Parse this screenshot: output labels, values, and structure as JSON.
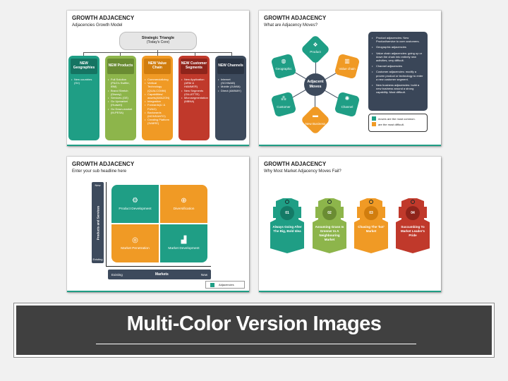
{
  "colors": {
    "teal": "#1f9e85",
    "green": "#8db54b",
    "orange": "#f09a25",
    "red": "#c0392b",
    "navy": "#3d4a5c",
    "banner_bg": "#404040"
  },
  "slides": [
    {
      "title": "GROWTH ADJACENCY",
      "subtitle": "Adjacencies Growth Model",
      "core": {
        "title": "Strategic Triangle",
        "sub": "(Today's Core)"
      },
      "columns": [
        {
          "header": "NEW Geographies",
          "items": [
            "New countries (SV)"
          ]
        },
        {
          "header": "NEW Products",
          "items": [
            "Full Solution (P&G's Swiffer, IBM)",
            "Brand Stretch (Disney)",
            "Services (GE)",
            "Go Upmarket (Huawei)",
            "Go Down-market (M-PESA)"
          ]
        },
        {
          "header": "NEW Value Chain",
          "items": [
            "Commercializing",
            "Vertical Technology (QUALCOMM)",
            "Capabilities/ assets(AMAZON)",
            "Integration",
            "Forwards(LI & FUNG)",
            "Backwards (MONSANTO)",
            "Creating Platform (SABRE)"
          ]
        },
        {
          "header": "NEW Customer Segments",
          "items": [
            "New Application (ARM & HAMMER)",
            "New Segments (GILLETTE)",
            "Microsegmentation (MBNA)"
          ]
        },
        {
          "header": "NEW Channels",
          "items": [
            "Internet (SCHWAB)",
            "Mobile (JUMIA)",
            "Direct (AMWAY)"
          ]
        }
      ]
    },
    {
      "title": "GROWTH ADJACENCY",
      "subtitle": "What are Adjacency Moves?",
      "hub": "Adjacent Moves",
      "nodes": [
        {
          "label": "Product",
          "icon": "handshake-icon",
          "glyph": "❖",
          "color": "teal"
        },
        {
          "label": "Value chain",
          "icon": "building-icon",
          "glyph": "▥",
          "color": "orange"
        },
        {
          "label": "Channel",
          "icon": "network-icon",
          "glyph": "✺",
          "color": "teal"
        },
        {
          "label": "New Business",
          "icon": "briefcase-icon",
          "glyph": "▬",
          "color": "orange"
        },
        {
          "label": "Customer",
          "icon": "people-icon",
          "glyph": "⁂",
          "color": "teal"
        },
        {
          "label": "Geographic",
          "icon": "globe-icon",
          "glyph": "◍",
          "color": "teal"
        }
      ],
      "bullets": [
        "Product adjacencies: New Product/service to core customers.",
        "Geographic adjacencies",
        "Value chain adjacencies: going up or down the chain into entirely new activities, very difficult.",
        "Channel adjacencies",
        "Customer adjacencies: modify a proven product or technology to enter a new customer segment.",
        "New business adjacencies: build a new business around a strong capability. Most difficult."
      ],
      "legend": [
        {
          "color": "teal",
          "text": "moves are the most common."
        },
        {
          "color": "orange",
          "text": "are the most difficult."
        }
      ]
    },
    {
      "title": "GROWTH ADJACENCY",
      "subtitle": "Enter your sub headline here",
      "y_axis": {
        "label": "Products and Services",
        "top": "New",
        "bottom": "Existing"
      },
      "x_axis": {
        "label": "Markets",
        "left": "Existing",
        "right": "New"
      },
      "quadrants": [
        {
          "label": "Product Development",
          "icon": "gear-icon",
          "glyph": "⚙",
          "color": "teal"
        },
        {
          "label": "Diversification",
          "icon": "target-arrows-icon",
          "glyph": "⊕",
          "color": "orange"
        },
        {
          "label": "Market Penetration",
          "icon": "bullseye-icon",
          "glyph": "◎",
          "color": "orange"
        },
        {
          "label": "Market Development",
          "icon": "chart-icon",
          "glyph": "▟",
          "color": "teal"
        }
      ],
      "legend": "Adjacencies"
    },
    {
      "title": "GROWTH ADJACENCY",
      "subtitle": "Why Most Market Adjacency Moves Fail?",
      "tags": [
        {
          "num": "01",
          "text": "Always Going After The Big, Bold Idea",
          "color": "#1f9e85",
          "dark": "#147a66"
        },
        {
          "num": "02",
          "text": "Assuming Grass Is Greener In A Neighbouring Market",
          "color": "#8db54b",
          "dark": "#6a8c33"
        },
        {
          "num": "03",
          "text": "Chasing The 'hot' Market",
          "color": "#f09a25",
          "dark": "#d17d0e"
        },
        {
          "num": "04",
          "text": "Succumbing To Market Leader's Pride",
          "color": "#c0392b",
          "dark": "#8e241b"
        }
      ]
    }
  ],
  "banner": {
    "title": "Multi-Color Version Images"
  }
}
